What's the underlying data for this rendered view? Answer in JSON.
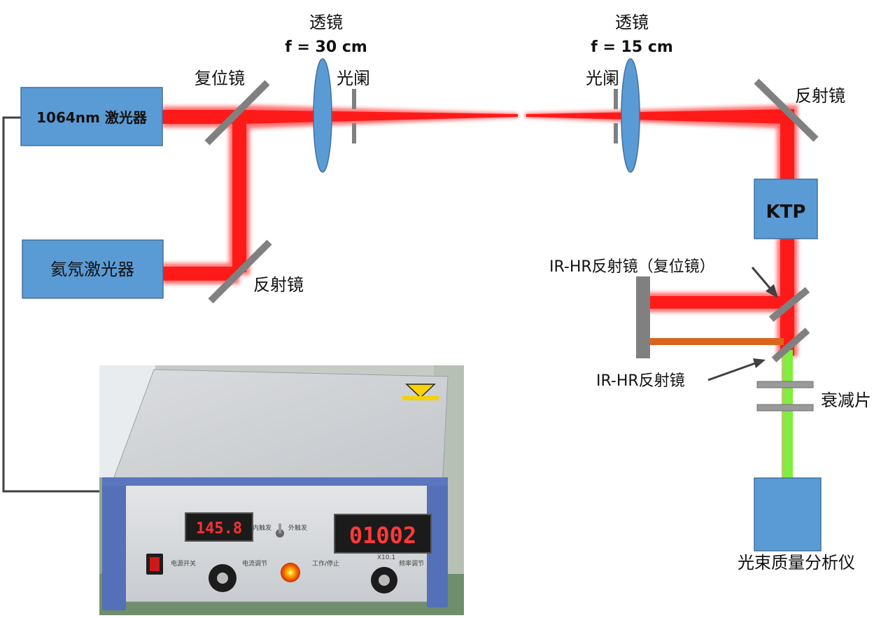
{
  "labels": {
    "laser_1064": "1064nm 激光器",
    "laser_hene": "氦氖激光器",
    "ktp": "KTP",
    "analyzer": "光束质量分析仪",
    "lens1_name": "透镜",
    "lens1_focal": "f = 30 cm",
    "lens2_name": "透镜",
    "lens2_focal": "f = 15 cm",
    "flip_mirror": "复位镜",
    "aperture1": "光阑",
    "aperture2": "光阑",
    "mirror_hene": "反射镜",
    "mirror_top_right": "反射镜",
    "irhr_flip": "IR-HR反射镜（复位镜）",
    "irhr": "IR-HR反射镜",
    "attenuator": "衰减片"
  },
  "photo": {
    "display_current": "145.8",
    "display_freq": "01002",
    "label_internal_trigger": "内触发",
    "label_external_trigger": "外触发",
    "label_power_switch": "电源开关",
    "label_current_adjust": "电流调节",
    "label_work_stop": "工作/停止",
    "label_freq_adjust": "频率调节",
    "display_freq_caption": "X10.1"
  },
  "colors": {
    "box_fill": "#5b9bd5",
    "box_stroke": "#41719c",
    "beam_red": "#ff1a1a",
    "beam_green": "#7cf03c",
    "beam_orange": "#d9651c",
    "mirror_gray": "#808080",
    "lens_fill": "#5b9bd5",
    "led_red": "#ff2a2a"
  }
}
